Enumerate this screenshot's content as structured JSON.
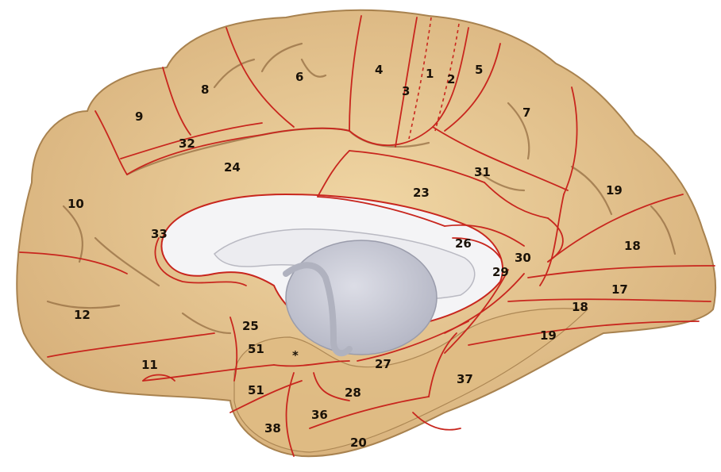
{
  "areas": [
    {
      "id": "1"
    },
    {
      "id": "2"
    },
    {
      "id": "3"
    },
    {
      "id": "4"
    },
    {
      "id": "5"
    },
    {
      "id": "6"
    },
    {
      "id": "7"
    },
    {
      "id": "8"
    },
    {
      "id": "9"
    },
    {
      "id": "10"
    },
    {
      "id": "11"
    },
    {
      "id": "12"
    },
    {
      "id": "17"
    },
    {
      "id": "18"
    },
    {
      "id": "18"
    },
    {
      "id": "19"
    },
    {
      "id": "19"
    },
    {
      "id": "20"
    },
    {
      "id": "23"
    },
    {
      "id": "24"
    },
    {
      "id": "25"
    },
    {
      "id": "26"
    },
    {
      "id": "27"
    },
    {
      "id": "28"
    },
    {
      "id": "29"
    },
    {
      "id": "30"
    },
    {
      "id": "31"
    },
    {
      "id": "32"
    },
    {
      "id": "33"
    },
    {
      "id": "36"
    },
    {
      "id": "37"
    },
    {
      "id": "38"
    },
    {
      "id": "51"
    },
    {
      "id": "51"
    },
    {
      "id": "*"
    }
  ],
  "colors": {
    "cortex": "#e6c690",
    "cortex_shade": "#c9a06a",
    "sulcus": "#8a6238",
    "boundary": "#c8261e",
    "ventricle": "#f4f4f6",
    "thalamus": "#c9cbd6",
    "label": "#1a1208"
  }
}
